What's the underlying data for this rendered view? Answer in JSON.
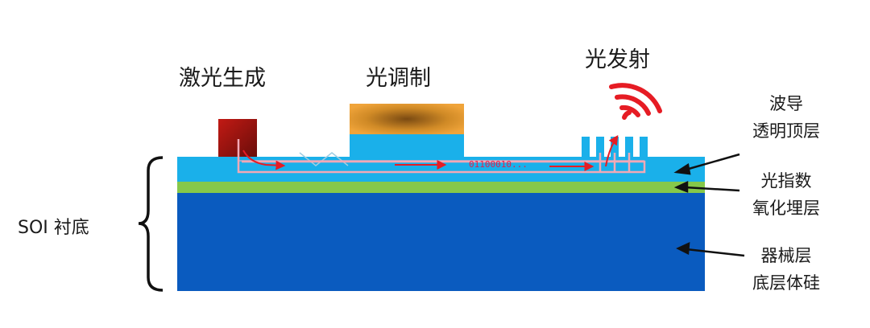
{
  "labels": {
    "laser_generation": "激光生成",
    "light_modulation": "光调制",
    "light_emission": "光发射",
    "soi_substrate": "SOI 衬底",
    "waveguide_transparent_top": [
      "波导",
      "透明顶层"
    ],
    "buried_oxide": [
      "光指数",
      "氧化埋层"
    ],
    "handle_bulk_silicon": [
      "器械层",
      "底层体硅"
    ],
    "signal_bits": "01100010..."
  },
  "colors": {
    "top_layer": "#1ab0ea",
    "oxide_layer": "#86c84a",
    "substrate": "#0a5bbf",
    "laser": "#a3140f",
    "modulator_base": "#1ab0ea",
    "modulator_electrode": "#e29a2b",
    "waveguide_path": "#f2a9b6",
    "arrow": "#e61c24",
    "wifi": "#e61c24",
    "grating": "#1ab0ea",
    "pointer": "#111111",
    "text": "#1a1a1a"
  },
  "icons": {
    "emission": "wifi-signal-icon",
    "brace": "curly-brace-icon"
  }
}
